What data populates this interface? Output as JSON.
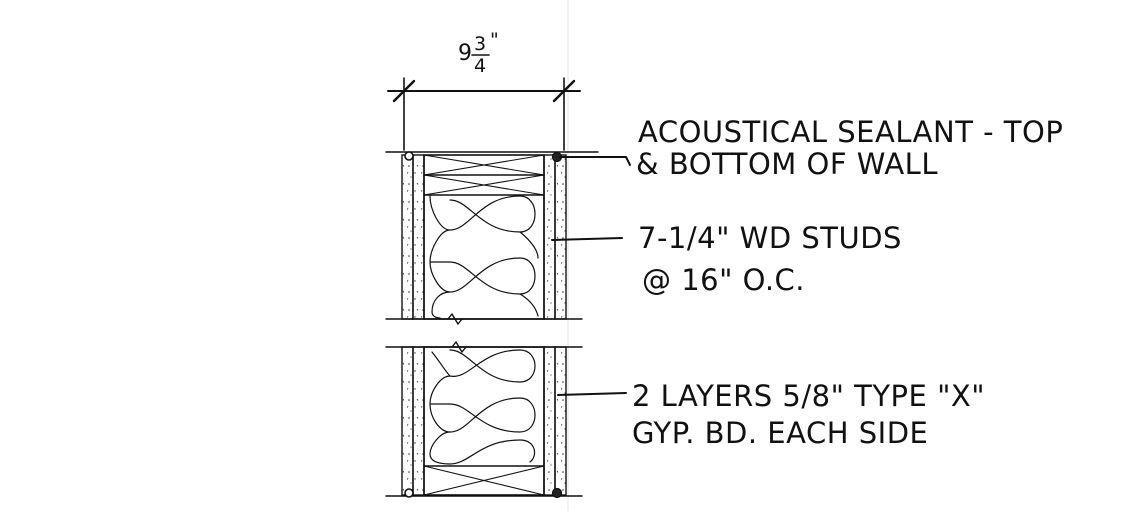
{
  "dimension": {
    "whole": "9",
    "numerator": "3",
    "denominator": "4",
    "unit": "\""
  },
  "notes": [
    {
      "lines": [
        "ACOUSTICAL SEALANT - TOP",
        "& BOTTOM OF WALL"
      ]
    },
    {
      "lines": [
        "7-1/4\" WD STUDS",
        "@ 16\" O.C."
      ]
    },
    {
      "lines": [
        "2 LAYERS 5/8\" TYPE \"X\"",
        "GYP. BD. EACH SIDE"
      ]
    }
  ]
}
